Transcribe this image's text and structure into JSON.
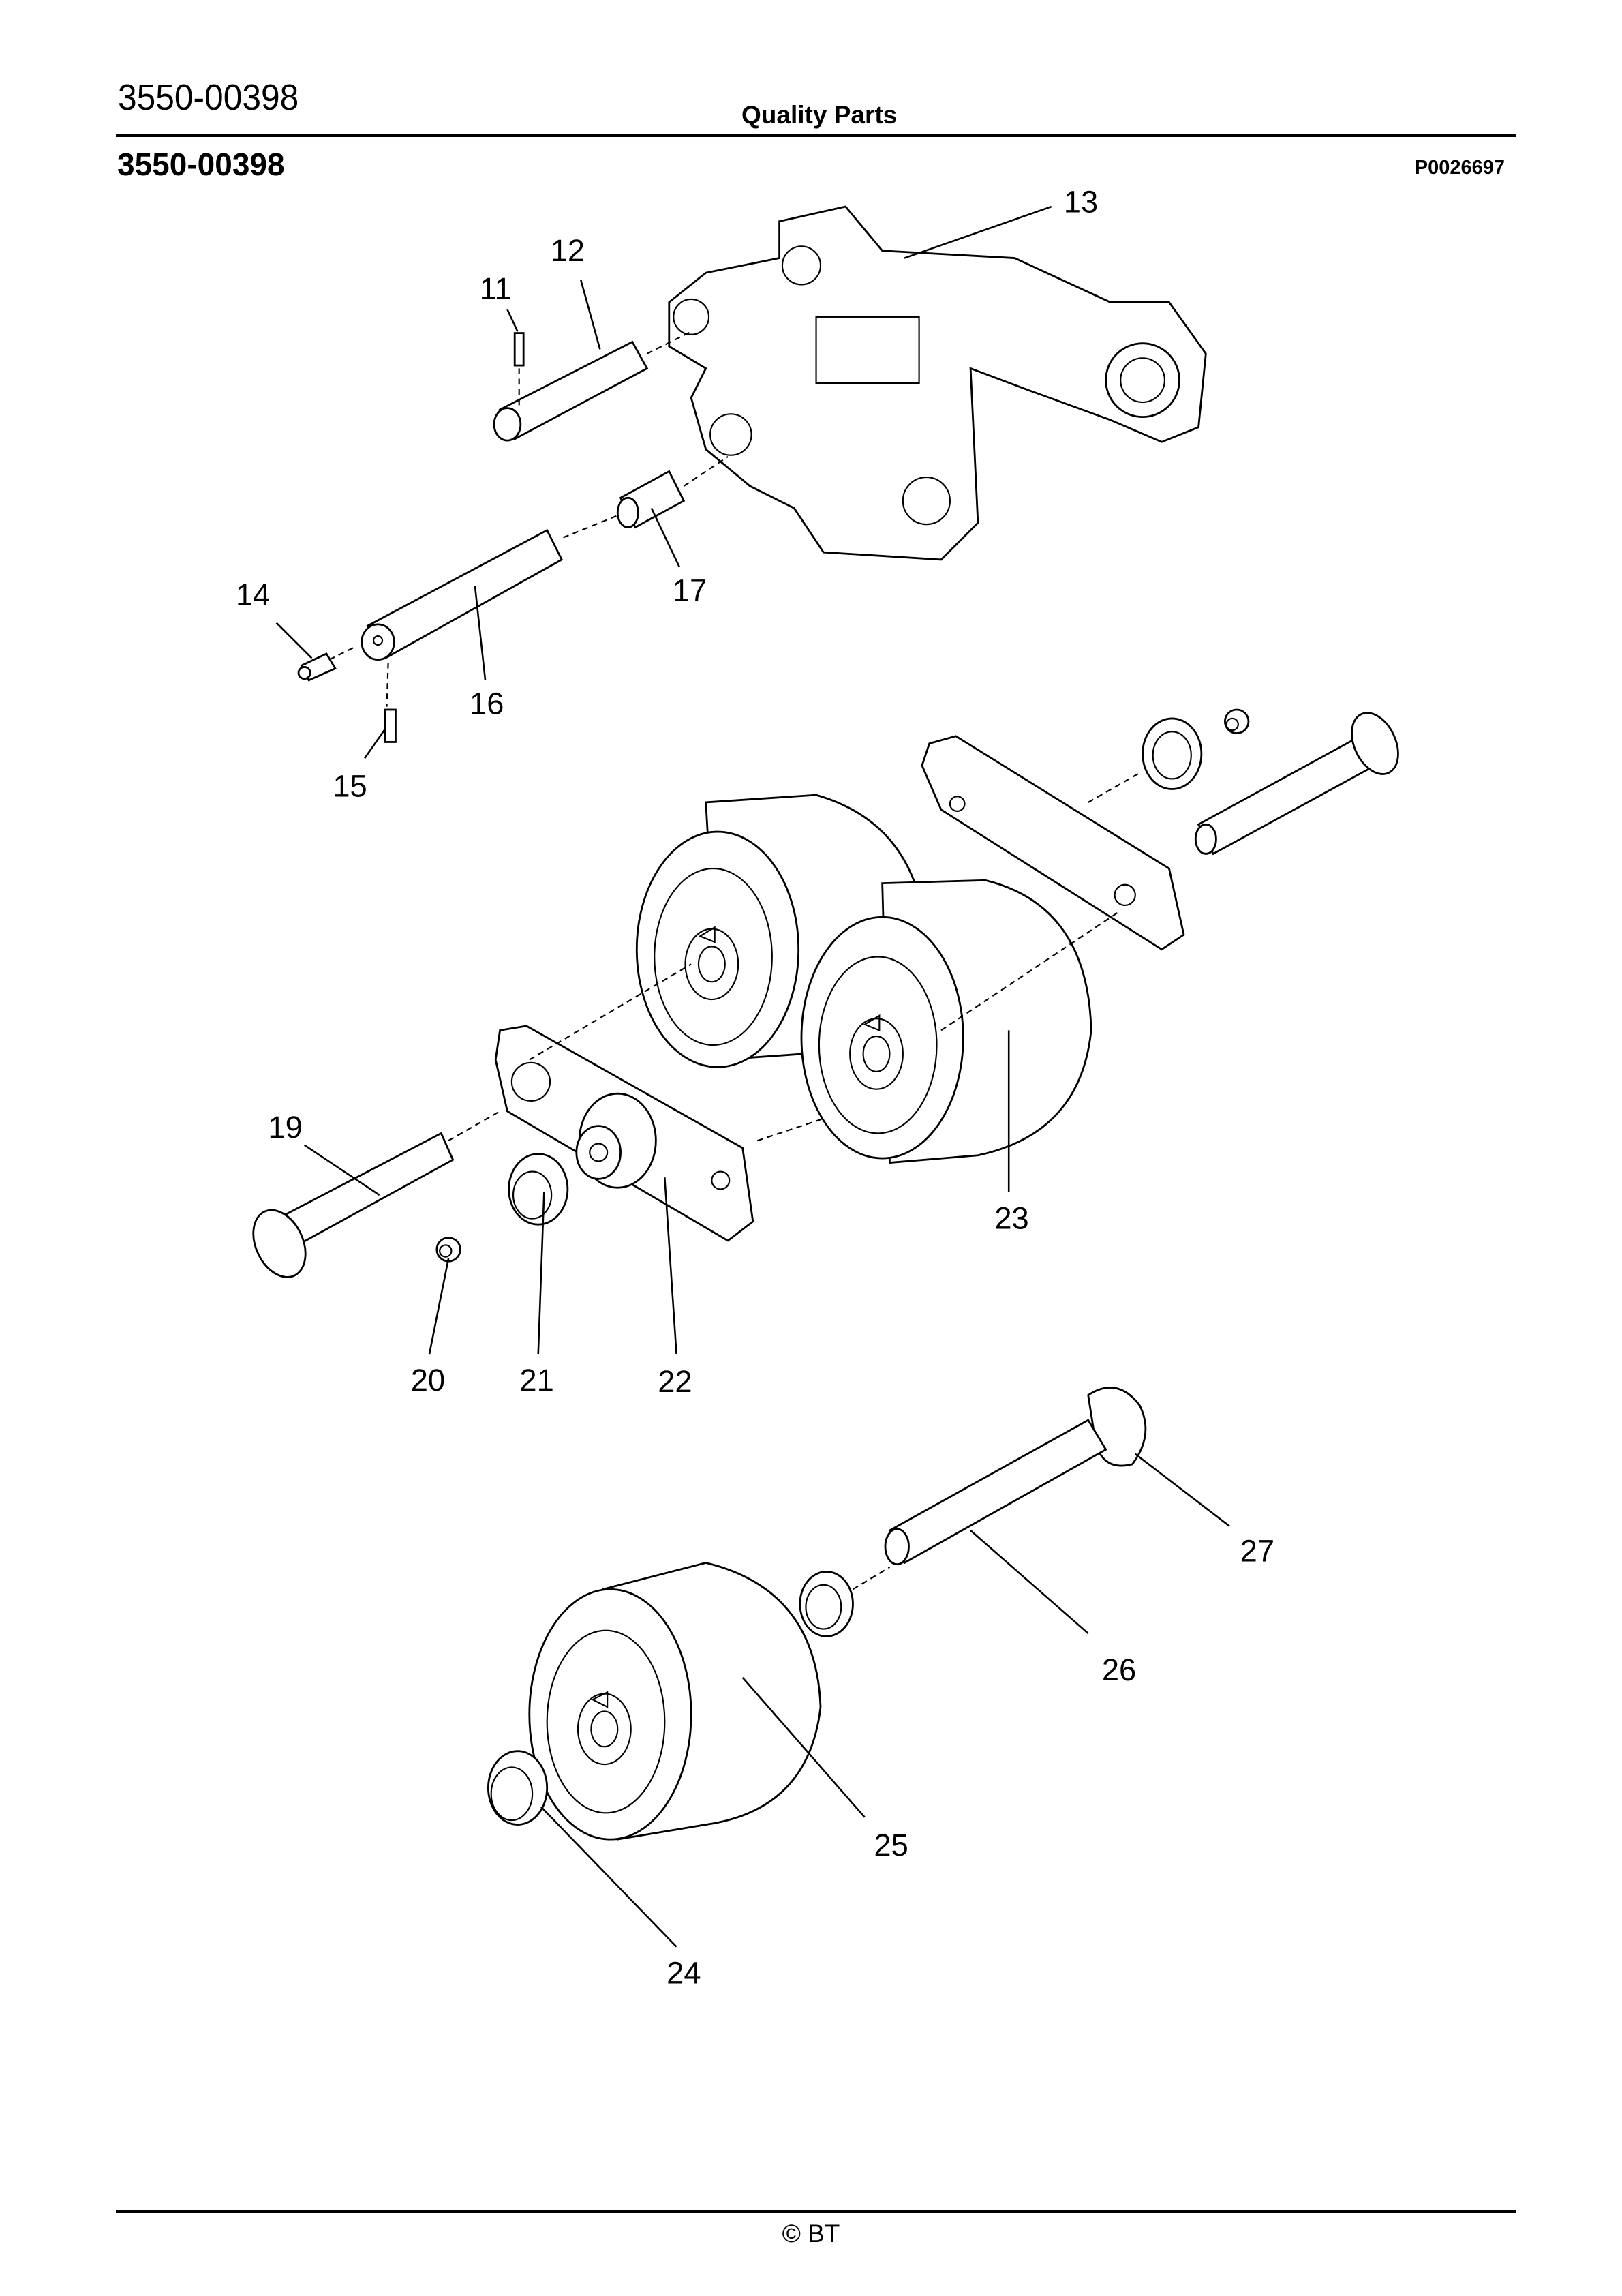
{
  "header": {
    "doc_number": "3550-00398",
    "section": "Quality Parts",
    "part_title": "3550-00398",
    "part_code": "P0026697"
  },
  "footer": {
    "copyright": "© BT"
  },
  "callouts": [
    "11",
    "12",
    "13",
    "14",
    "15",
    "16",
    "17",
    "19",
    "20",
    "21",
    "22",
    "23",
    "24",
    "25",
    "26",
    "27"
  ]
}
